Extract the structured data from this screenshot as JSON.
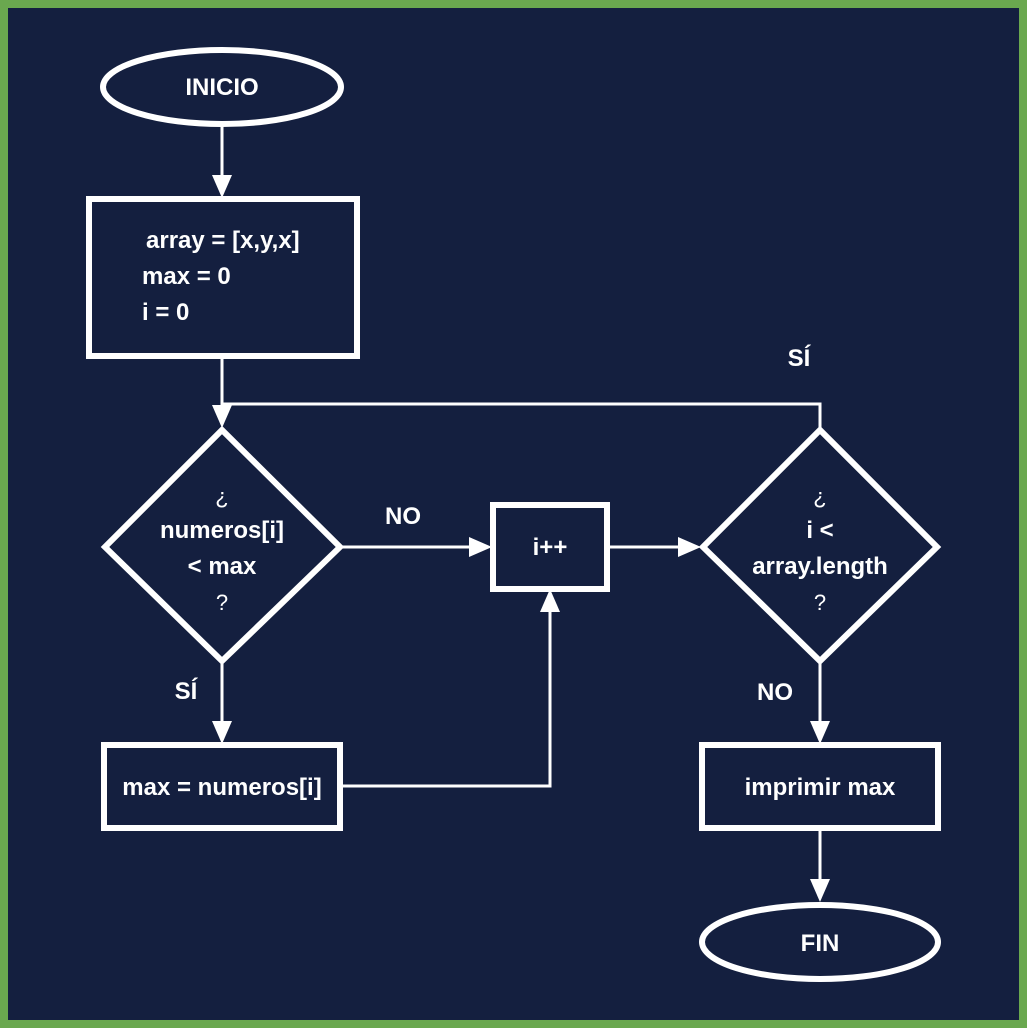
{
  "colors": {
    "background": "#141f3f",
    "border": "#6aa84f",
    "stroke": "#ffffff",
    "text": "#ffffff"
  },
  "nodes": {
    "start": {
      "label": "INICIO"
    },
    "init": {
      "lines": [
        "array = [x,y,x]",
        "max = 0",
        "i = 0"
      ]
    },
    "cond_compare": {
      "lines": [
        "¿",
        "numeros[i]",
        "< max",
        "?"
      ]
    },
    "increment": {
      "label": "i++"
    },
    "cond_length": {
      "lines": [
        "¿",
        "i <",
        "array.length",
        "?"
      ]
    },
    "assign_max": {
      "label": "max = numeros[i]"
    },
    "print": {
      "label": "imprimir max"
    },
    "end": {
      "label": "FIN"
    }
  },
  "edges": {
    "compare_no": "NO",
    "compare_yes": "SÍ",
    "length_yes": "SÍ",
    "length_no": "NO"
  }
}
